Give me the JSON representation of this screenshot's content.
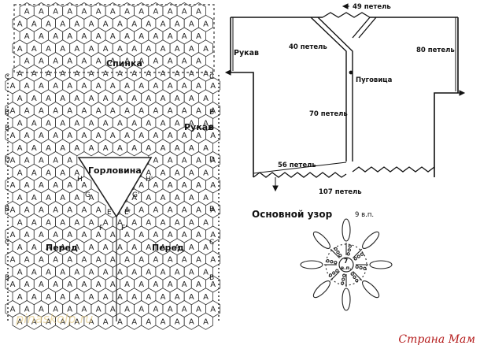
{
  "motif_diagram": {
    "hex_letter": "A",
    "pieces": {
      "back": "Спинка",
      "sleeve": "Рукав",
      "neckline": "Горловина",
      "front_left": "Перед",
      "front_right": "Перед"
    },
    "join_letters": {
      "left_edge": [
        "C",
        "B",
        "B",
        "D",
        "B",
        "C",
        "B"
      ],
      "right_edge": [
        "C",
        "B",
        "B",
        "D",
        "B",
        "C",
        "B"
      ],
      "neck_left": [
        "H",
        "G",
        "F",
        "E"
      ],
      "neck_right": [
        "H'",
        "G'",
        "F'",
        "E'"
      ]
    }
  },
  "schematic": {
    "labels": {
      "top": "49 петель",
      "sleeve": "Рукав",
      "neck_side": "40 петель",
      "right_side": "80 петель",
      "button": "Пуговица",
      "front": "70 петель",
      "hem_left": "56 петель",
      "hem": "107 петель"
    }
  },
  "pattern": {
    "title": "Основной узор",
    "chain_label": "9 в.п.",
    "center_label_top": "7",
    "center_label_bottom": "в.п."
  },
  "watermark": "Страна Мам",
  "watermark_faint": "pinaskolp.ru"
}
